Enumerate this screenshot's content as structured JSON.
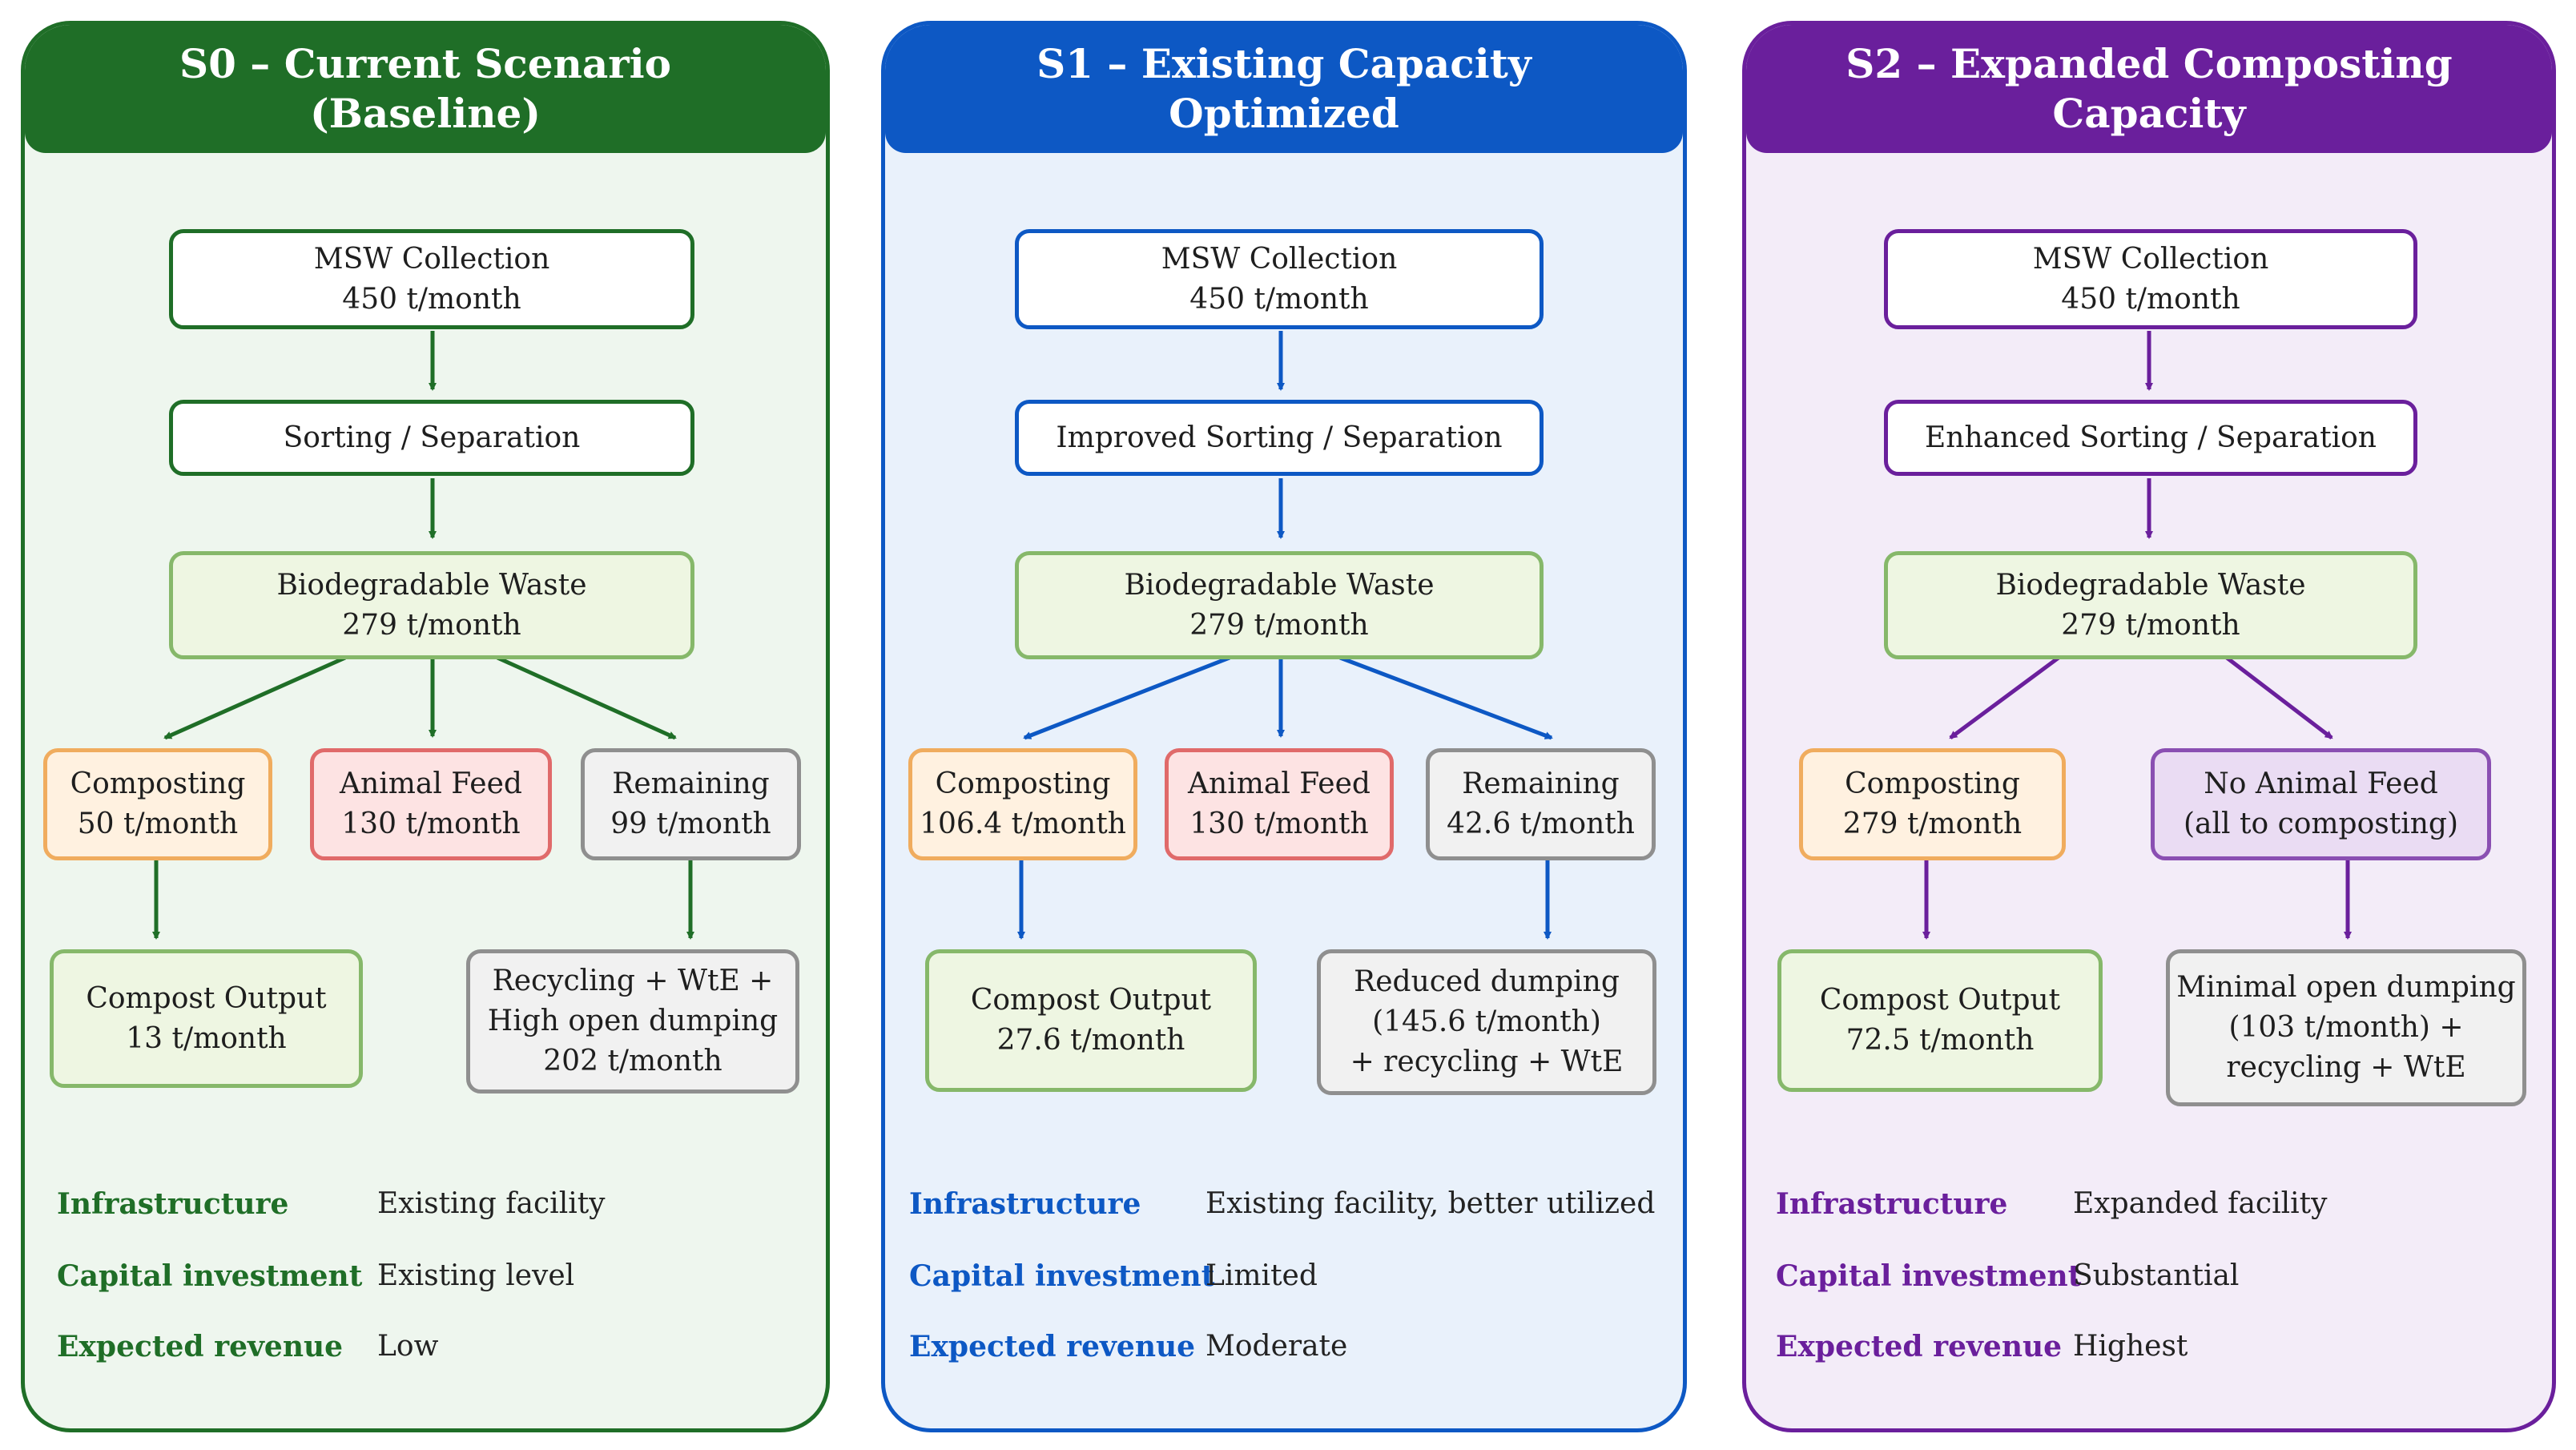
{
  "labels": {
    "infrastructure": "Infrastructure",
    "capital": "Capital investment",
    "revenue": "Expected revenue"
  },
  "colors": {
    "s0_accent": "#1f6e27",
    "s1_accent": "#0d58c4",
    "s2_accent": "#6a1f9c"
  },
  "s0": {
    "title": "S0 – Current Scenario\n(Baseline)",
    "collection": "MSW Collection\n450 t/month",
    "sorting": "Sorting / Separation",
    "bio": "Biodegradable Waste\n279 t/month",
    "composting": "Composting\n50 t/month",
    "feed": "Animal Feed\n130 t/month",
    "remaining": "Remaining\n99 t/month",
    "output": "Compost Output\n13 t/month",
    "dumping": "Recycling + WtE +\nHigh open dumping\n202 t/month",
    "infrastructure": "Existing facility",
    "capital": "Existing level",
    "revenue": "Low"
  },
  "s1": {
    "title": "S1 – Existing Capacity\nOptimized",
    "collection": "MSW Collection\n450 t/month",
    "sorting": "Improved Sorting / Separation",
    "bio": "Biodegradable Waste\n279 t/month",
    "composting": "Composting\n106.4 t/month",
    "feed": "Animal Feed\n130 t/month",
    "remaining": "Remaining\n42.6 t/month",
    "output": "Compost Output\n27.6 t/month",
    "dumping": "Reduced dumping\n(145.6 t/month)\n+ recycling + WtE",
    "infrastructure": "Existing facility, better utilized",
    "capital": "Limited",
    "revenue": "Moderate"
  },
  "s2": {
    "title": "S2 – Expanded Composting\nCapacity",
    "collection": "MSW Collection\n450 t/month",
    "sorting": "Enhanced Sorting / Separation",
    "bio": "Biodegradable Waste\n279 t/month",
    "composting": "Composting\n279 t/month",
    "nofeed": "No Animal Feed\n(all to composting)",
    "output": "Compost Output\n72.5 t/month",
    "dumping": "Minimal open dumping\n(103 t/month) +\nrecycling + WtE",
    "infrastructure": "Expanded facility",
    "capital": "Substantial",
    "revenue": "Highest"
  }
}
